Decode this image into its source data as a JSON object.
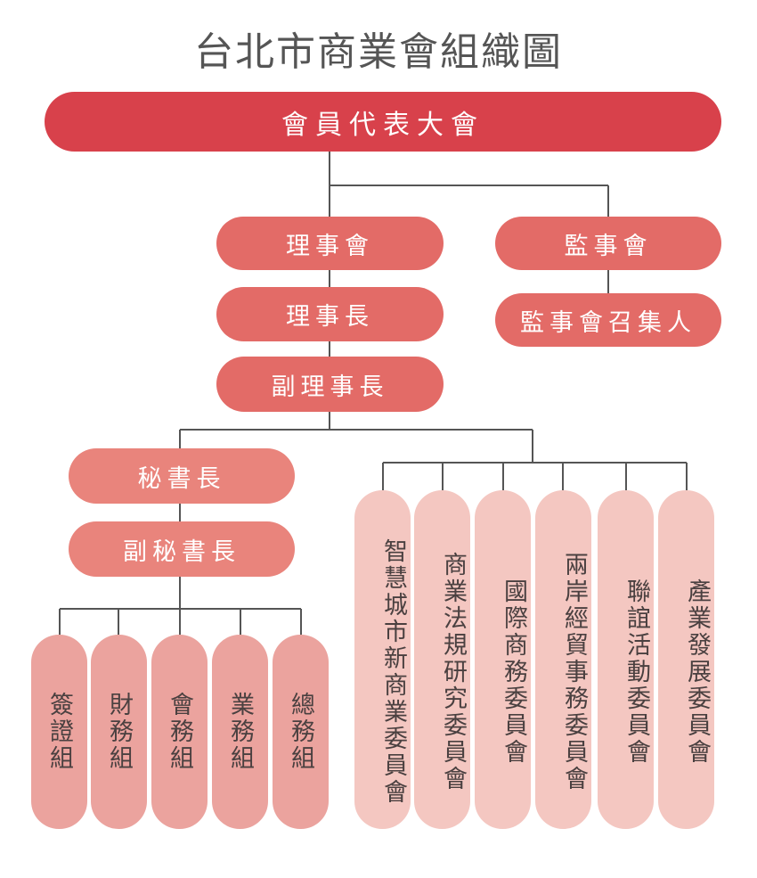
{
  "title": "台北市商業會組織圖",
  "nodes": {
    "assembly": "會員代表大會",
    "board": "理事會",
    "supervisors": "監事會",
    "chairman": "理事長",
    "supervisor_convener": "監事會召集人",
    "vice_chairman": "副理事長",
    "secretary_general": "秘書長",
    "deputy_secretary_general": "副秘書長"
  },
  "units": [
    "簽證組",
    "財務組",
    "會務組",
    "業務組",
    "總務組"
  ],
  "committees": [
    "智慧城市新商業委員會",
    "商業法規研究委員會",
    "國際商務委員會",
    "兩岸經貿事務委員會",
    "聯誼活動委員會",
    "產業發展委員會"
  ],
  "colors": {
    "top": "#d8414b",
    "mid": "#e36b67",
    "unit": "#eba39e",
    "committee": "#f4c7c1",
    "line": "#555555"
  }
}
